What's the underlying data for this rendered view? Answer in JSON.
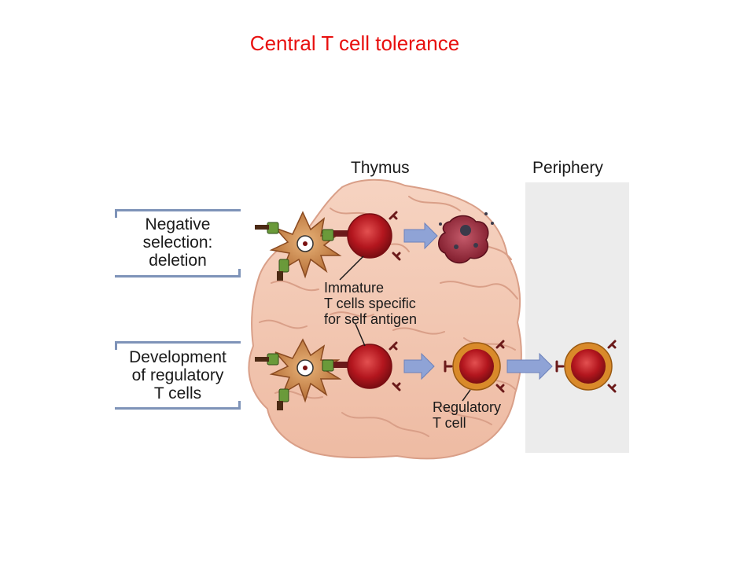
{
  "title": "Central T cell tolerance",
  "headers": {
    "thymus": "Thymus",
    "periphery": "Periphery"
  },
  "left_labels": {
    "negative": [
      "Negative",
      "selection:",
      "deletion"
    ],
    "regulatory": [
      "Development",
      "of regulatory",
      "T cells"
    ]
  },
  "callouts": {
    "immature": [
      "Immature",
      "T cells specific",
      "for self antigen"
    ],
    "regulatory_cell": [
      "Regulatory",
      "T cell"
    ]
  },
  "colors": {
    "title": "#e8100f",
    "thymus": "#f4c9b5",
    "periphery_panel": "#ececec",
    "t_cell": "#b3161e",
    "regulatory_ring": "#d98a2a",
    "arrow": "#8fa3d6",
    "receptor": "#6b1a1a",
    "dendritic": "#c9874e",
    "mhc": "#6a9a3a"
  }
}
